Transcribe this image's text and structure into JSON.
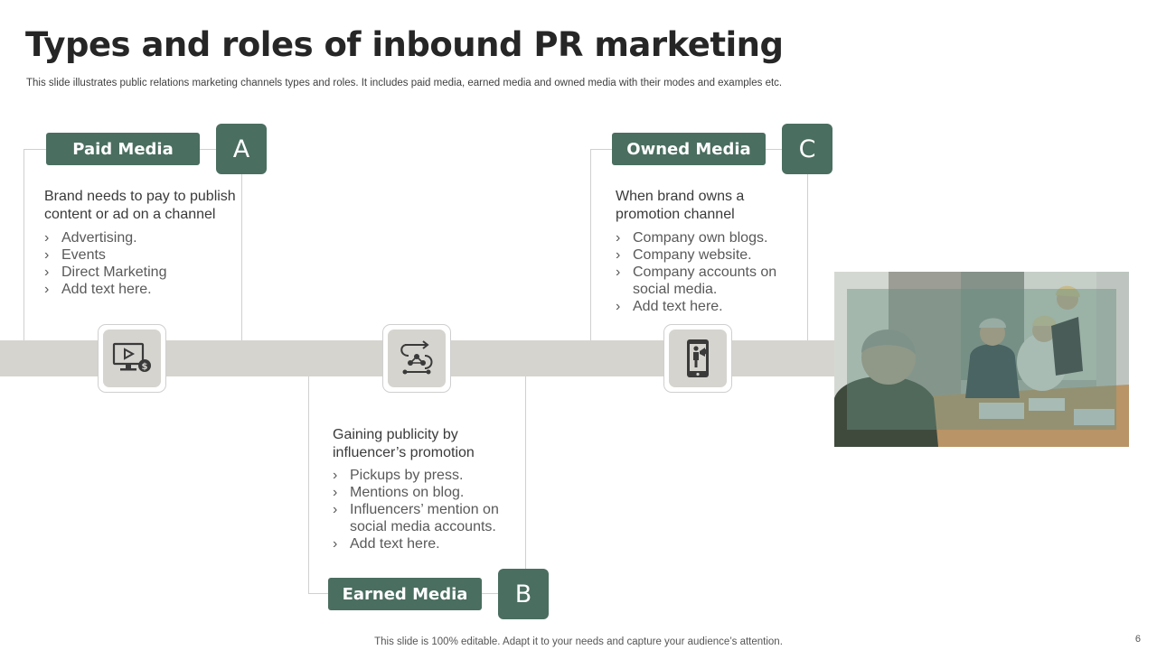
{
  "title": "Types and roles of inbound PR marketing",
  "subtitle": "This slide illustrates public relations marketing channels types and roles. It includes paid media, earned media and owned media with their modes and examples etc.",
  "cards": {
    "paid": {
      "label": "Paid Media",
      "letter": "A",
      "description": "Brand needs to pay to publish content or ad on a channel",
      "bullets": [
        "Advertising.",
        "Events",
        "Direct Marketing",
        "Add text here."
      ],
      "icon": "monitor-dollar-icon"
    },
    "earned": {
      "label": "Earned Media",
      "letter": "B",
      "description": "Gaining publicity by influencer’s promotion",
      "bullets": [
        "Pickups by press.",
        "Mentions on blog.",
        "Influencers’ mention on social media accounts.",
        "Add text here."
      ],
      "icon": "network-flow-icon"
    },
    "owned": {
      "label": "Owned Media",
      "letter": "C",
      "description": "When brand owns a promotion channel",
      "bullets": [
        "Company own blogs.",
        "Company website.",
        "Company accounts on social media.",
        "Add text here."
      ],
      "icon": "smartphone-megaphone-icon"
    }
  },
  "colors": {
    "accent": "#4a6e60",
    "band": "#d6d4cf"
  },
  "footer": "This slide is 100% editable. Adapt it to your needs and capture your audience’s attention.",
  "page_number": "6"
}
